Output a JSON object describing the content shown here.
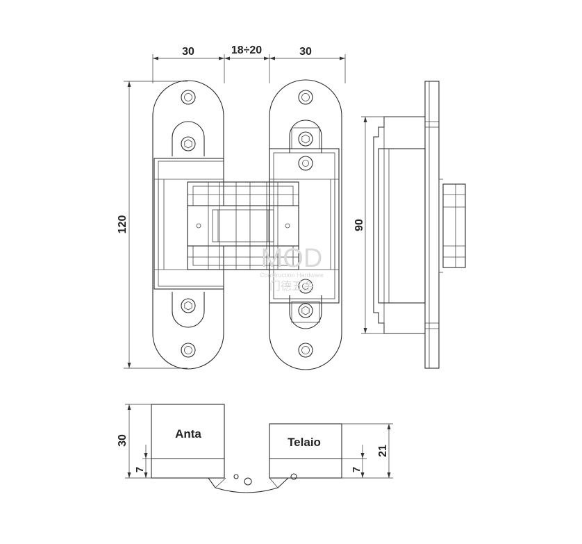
{
  "dimensions": {
    "width_left": "30",
    "gap": "18÷20",
    "width_right": "30",
    "height_total": "120",
    "height_body": "90",
    "side_thickness": "30",
    "side_offset_left": "7",
    "side_offset_right": "7",
    "frame_depth": "21"
  },
  "labels": {
    "leaf": "Anta",
    "frame": "Telaio"
  },
  "watermark": {
    "brand": "MOD",
    "subtitle": "Construction Hardware",
    "chinese": "门德五金"
  },
  "colors": {
    "line": "#2b2b2b",
    "dimension": "#333333",
    "watermark": "#d9d9d9"
  }
}
